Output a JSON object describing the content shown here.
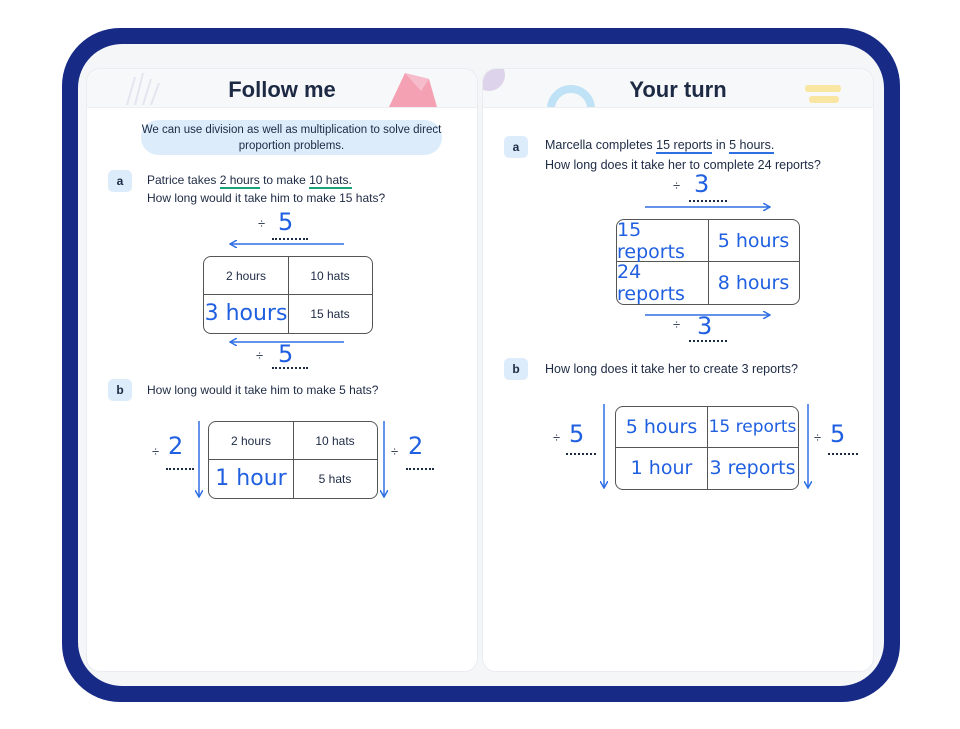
{
  "left": {
    "title": "Follow me",
    "info": "We can use division as well as multiplication to solve direct proportion problems.",
    "a": {
      "badge": "a",
      "line1_pre": "Patrice takes ",
      "line1_u1": "2 hours",
      "line1_mid": " to make ",
      "line1_u2": "10 hats.",
      "line2": "How long would it take him to make 15 hats?",
      "top_op": "÷",
      "top_num": "5",
      "bottom_op": "÷",
      "bottom_num": "5",
      "table": [
        [
          "2 hours",
          "10 hats"
        ],
        [
          "3 hours",
          "15 hats"
        ]
      ]
    },
    "b": {
      "badge": "b",
      "question": "How long would it take him to make 5 hats?",
      "left_op": "÷",
      "left_num": "2",
      "right_op": "÷",
      "right_num": "2",
      "table": [
        [
          "2 hours",
          "10 hats"
        ],
        [
          "1 hour",
          "5 hats"
        ]
      ]
    }
  },
  "right": {
    "title": "Your turn",
    "a": {
      "badge": "a",
      "line1_pre": "Marcella completes ",
      "line1_u1": "15 reports",
      "line1_mid": " in ",
      "line1_u2": "5 hours.",
      "line2": "How long does it take her to complete 24 reports?",
      "top_op": "÷",
      "top_num": "3",
      "bottom_op": "÷",
      "bottom_num": "3",
      "table": [
        [
          "15 reports",
          "5 hours"
        ],
        [
          "24 reports",
          "8 hours"
        ]
      ]
    },
    "b": {
      "badge": "b",
      "question": "How long does it take her to create 3 reports?",
      "left_op": "÷",
      "left_num": "5",
      "right_op": "÷",
      "right_num": "5",
      "table": [
        [
          "5 hours",
          "15 reports"
        ],
        [
          "1 hour",
          "3 reports"
        ]
      ]
    }
  },
  "colors": {
    "frame": "#172a86",
    "handwriting": "#1f5fe0",
    "green_underline": "#19a37a",
    "info_bg": "#dcecfb"
  }
}
